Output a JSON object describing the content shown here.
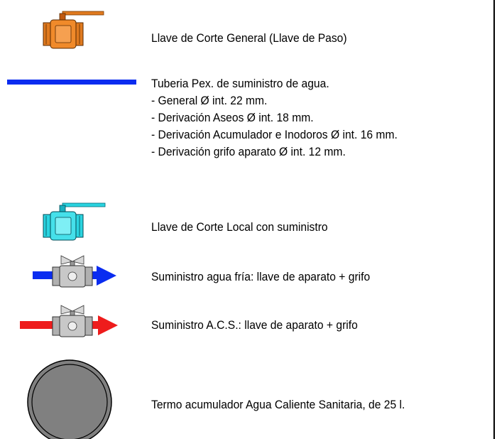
{
  "legend": {
    "general_valve": {
      "label": "Llave de Corte General (Llave de Paso)",
      "icon": "orange-ball-valve-icon",
      "color": "#e07a1f"
    },
    "pipe": {
      "title": "Tuberia Pex. de suministro de agua.",
      "lines": [
        "- General Ø int. 22 mm.",
        "- Derivación Aseos Ø int. 18 mm.",
        "- Derivación Acumulador e Inodoros Ø int. 16 mm.",
        "- Derivación grifo aparato Ø int. 12 mm."
      ],
      "icon": "blue-pipe-line-icon",
      "color": "#0a2cf0"
    },
    "local_valve": {
      "label": "Llave de Corte Local con suministro",
      "icon": "cyan-ball-valve-icon",
      "color": "#2ad4e0"
    },
    "cold_supply": {
      "label": "Suministro agua fría: llave de aparato + grifo",
      "icon": "blue-arrow-valve-icon",
      "color": "#0a2cf0"
    },
    "hot_supply": {
      "label": "Suministro A.C.S.: llave de aparato + grifo",
      "icon": "red-arrow-valve-icon",
      "color": "#ee1c1c"
    },
    "water_heater": {
      "label": "Termo acumulador Agua Caliente Sanitaria, de 25 l.",
      "icon": "water-heater-circle-icon",
      "color": "#808080"
    }
  }
}
